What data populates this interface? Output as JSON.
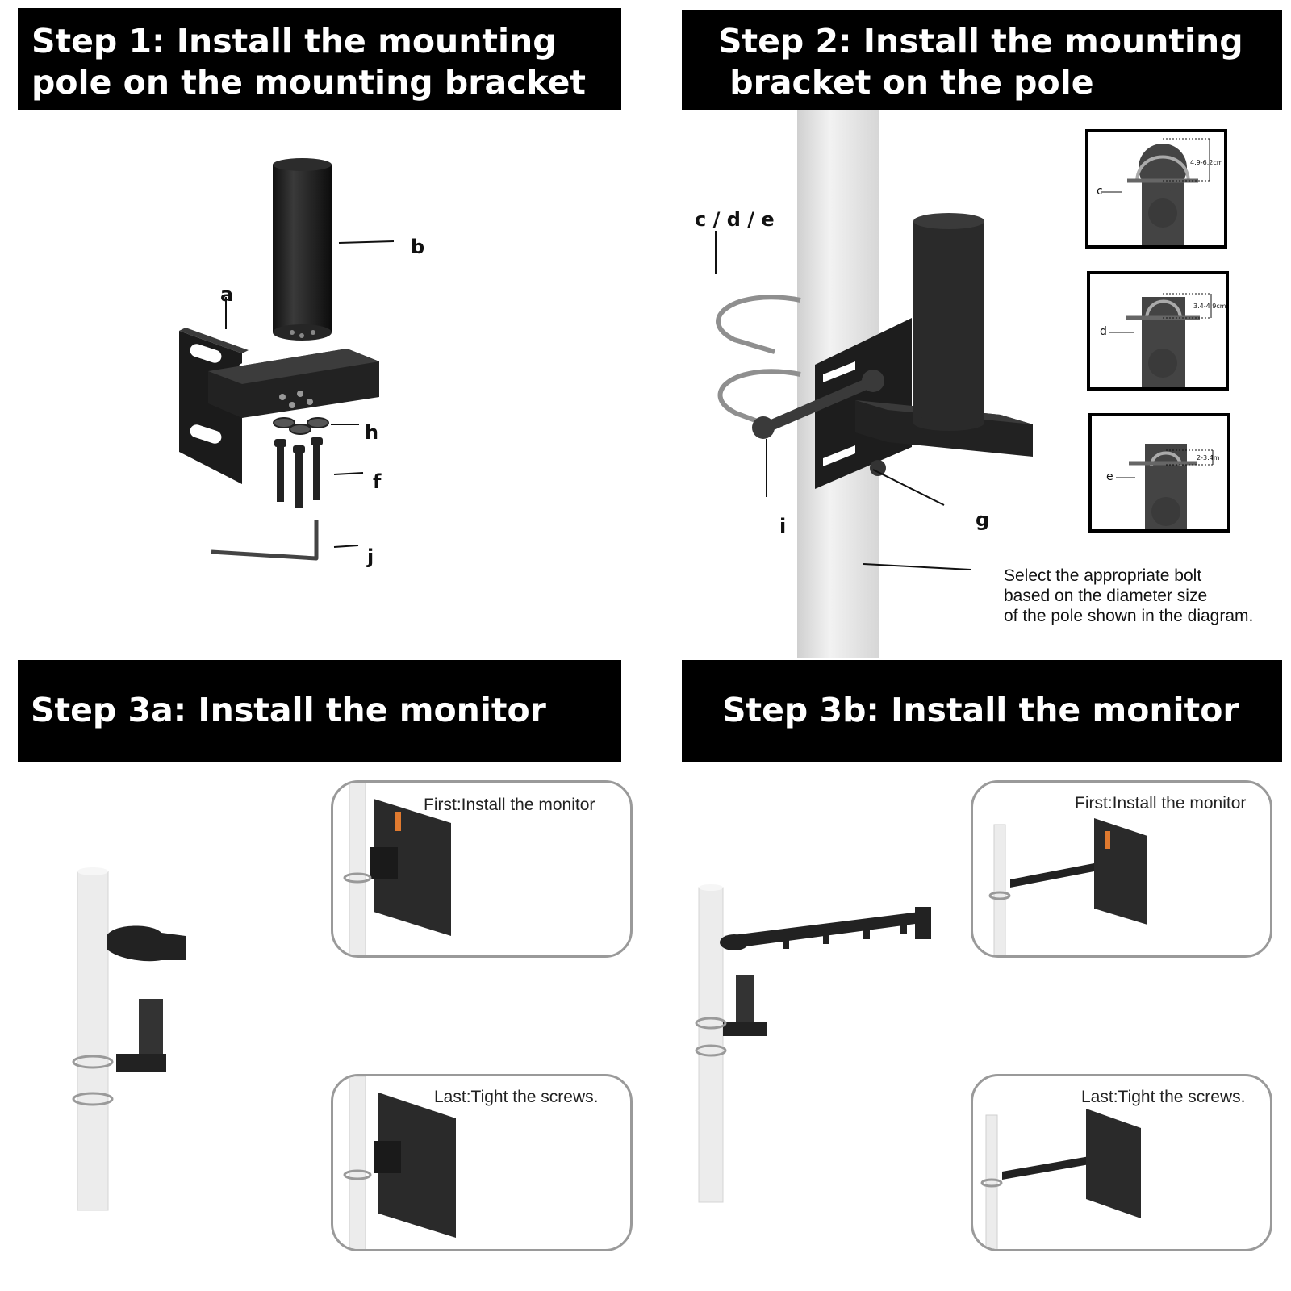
{
  "steps": {
    "step1": {
      "title_line1": "Step 1: Install the mounting",
      "title_line2": "pole on the mounting bracket"
    },
    "step2": {
      "title_line1": "Step 2: Install the mounting",
      "title_line2": " bracket on the pole"
    },
    "step3a": {
      "title": "Step 3a: Install the monitor"
    },
    "step3b": {
      "title": "Step 3b: Install the monitor"
    }
  },
  "parts": {
    "a": "a",
    "b": "b",
    "f": "f",
    "h": "h",
    "j": "j",
    "cde": "c / d / e",
    "g": "g",
    "i": "i"
  },
  "insets": {
    "c": {
      "label": "c",
      "range": "4.9-6.2cm"
    },
    "d": {
      "label": "d",
      "range": "3.4-4.9cm"
    },
    "e": {
      "label": "e",
      "range": "2-3.4m"
    }
  },
  "note": "Select the appropriate bolt\nbased on the diameter size\nof the pole shown in the diagram.",
  "cards": {
    "first": "First:Install the monitor",
    "last": "Last:Tight the screws."
  },
  "colors": {
    "banner": "#000000",
    "part": "#1e1e1e",
    "pole": "#e8e8e8",
    "card_border": "#9a9a9a"
  }
}
